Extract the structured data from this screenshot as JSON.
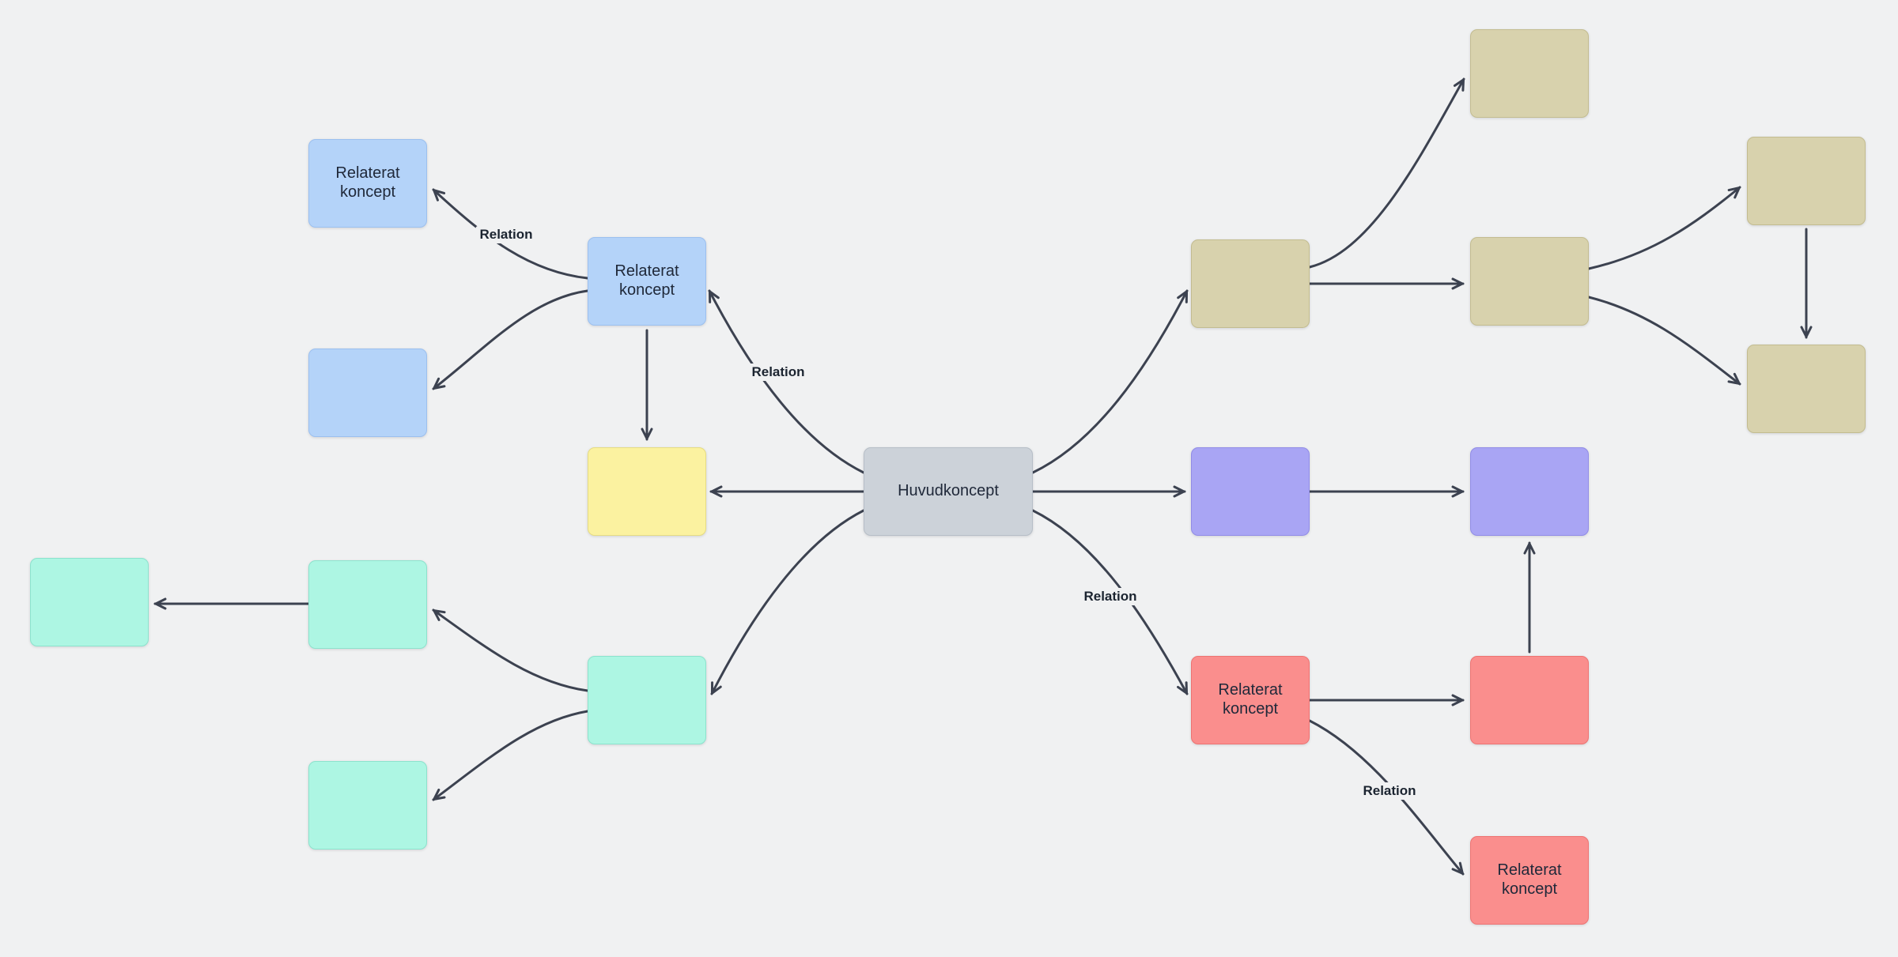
{
  "diagram": {
    "main_label": "Huvudkoncept",
    "related_label": "Relaterat koncept",
    "relation_label": "Relation"
  },
  "colors": {
    "background": "#f0f1f2",
    "blue": "#b4d3f9",
    "yellow": "#fbf2a0",
    "gray": "#ccd2d9",
    "mint": "#adf6e3",
    "tan": "#d8d2ad",
    "purple": "#a9a5f4",
    "red": "#fa8e8d",
    "edge": "#3c4250",
    "text": "#20293a"
  },
  "nodes": [
    {
      "label": "Relaterat koncept",
      "color": "blue"
    },
    {
      "label": "Relaterat koncept",
      "color": "blue"
    },
    {
      "label": "",
      "color": "blue"
    },
    {
      "label": "",
      "color": "yellow"
    },
    {
      "label": "Huvudkoncept",
      "color": "gray"
    },
    {
      "label": "",
      "color": "mint"
    },
    {
      "label": "",
      "color": "mint"
    },
    {
      "label": "",
      "color": "mint"
    },
    {
      "label": "",
      "color": "mint"
    },
    {
      "label": "",
      "color": "tan"
    },
    {
      "label": "",
      "color": "tan"
    },
    {
      "label": "",
      "color": "tan"
    },
    {
      "label": "",
      "color": "tan"
    },
    {
      "label": "",
      "color": "tan"
    },
    {
      "label": "",
      "color": "purple"
    },
    {
      "label": "",
      "color": "purple"
    },
    {
      "label": "Relaterat koncept",
      "color": "red"
    },
    {
      "label": "",
      "color": "red"
    },
    {
      "label": "Relaterat koncept",
      "color": "red"
    }
  ],
  "edge_labels": [
    {
      "text": "Relation"
    },
    {
      "text": "Relation"
    },
    {
      "text": "Relation"
    },
    {
      "text": "Relation"
    }
  ]
}
